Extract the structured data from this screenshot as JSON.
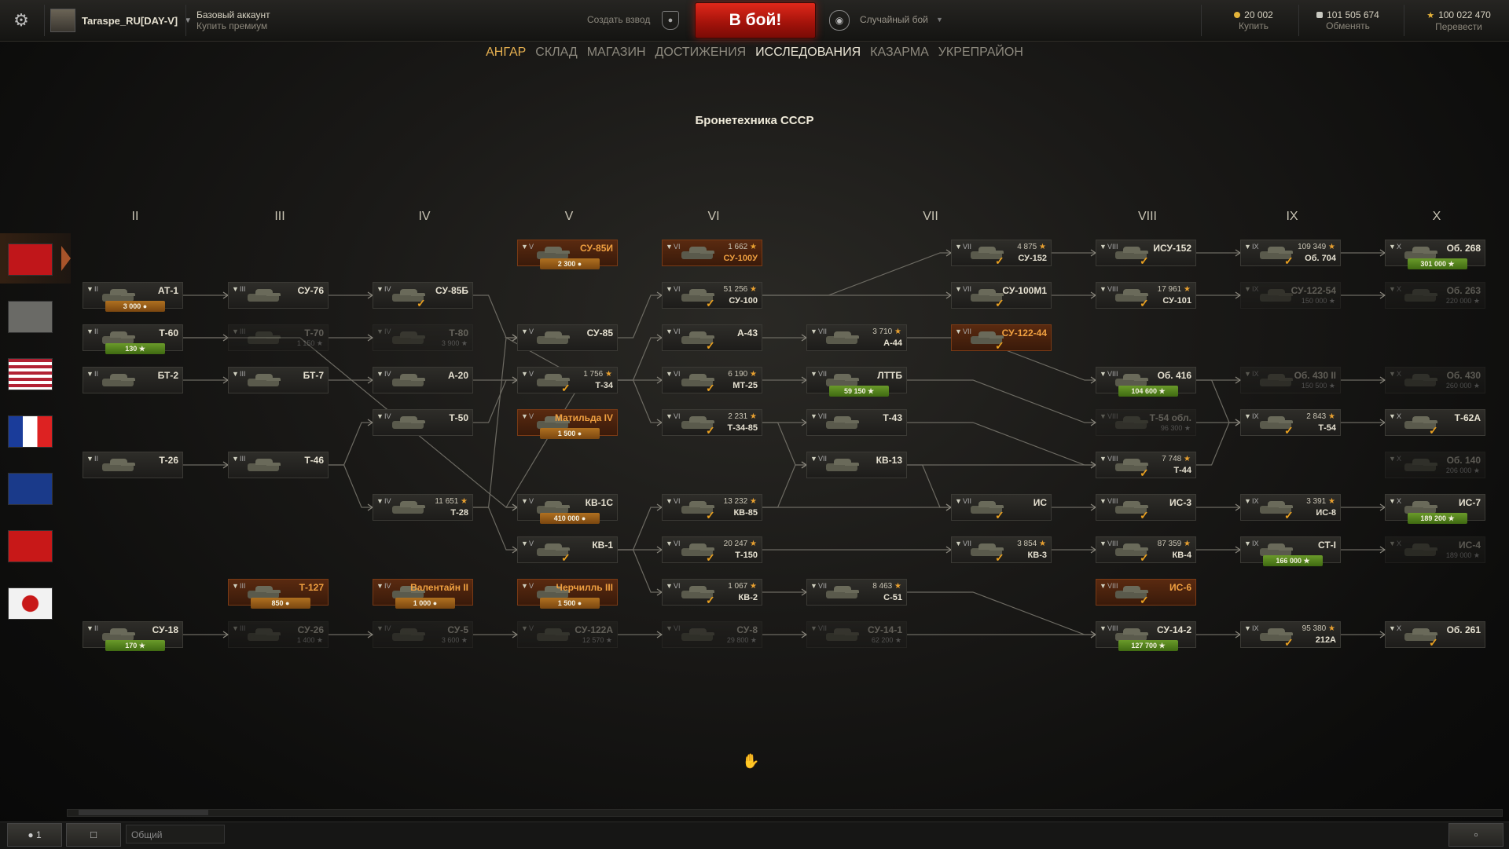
{
  "topbar": {
    "player_name": "Taraspe_RU[DAY-V]",
    "account_type": "Базовый аккаунт",
    "buy_premium": "Купить премиум",
    "create_platoon": "Создать взвод",
    "battle_button": "В бой!",
    "battle_mode": "Случайный бой",
    "currencies": [
      {
        "value": "20 002",
        "label": "Купить",
        "color": "#e3b339"
      },
      {
        "value": "101 505 674",
        "label": "Обменять",
        "color": "#c8c8c0"
      },
      {
        "value": "100 022 470",
        "label": "Перевести",
        "color": "#e8b43a"
      }
    ]
  },
  "nav": [
    {
      "label": "АНГАР",
      "state": "active"
    },
    {
      "label": "СКЛАД",
      "state": ""
    },
    {
      "label": "МАГАЗИН",
      "state": ""
    },
    {
      "label": "ДОСТИЖЕНИЯ",
      "state": ""
    },
    {
      "label": "ИССЛЕДОВАНИЯ",
      "state": "selected"
    },
    {
      "label": "КАЗАРМА",
      "state": ""
    },
    {
      "label": "УКРЕПРАЙОН",
      "state": ""
    }
  ],
  "page_title": "Бронетехника СССР",
  "nations": [
    {
      "name": "ussr-flag",
      "selected": true
    },
    {
      "name": "germany-flag"
    },
    {
      "name": "usa-flag"
    },
    {
      "name": "france-flag"
    },
    {
      "name": "uk-flag"
    },
    {
      "name": "china-flag"
    },
    {
      "name": "japan-flag"
    }
  ],
  "tiers": [
    "II",
    "III",
    "IV",
    "V",
    "VI",
    "VII",
    "VIII",
    "IX",
    "X"
  ],
  "vehicles": [
    {
      "id": "su85i",
      "col": 3,
      "row": 0,
      "tier": "V",
      "name": "СУ-85И",
      "prem": true,
      "price": "2 300",
      "pt": "o"
    },
    {
      "id": "su100y",
      "col": 4,
      "row": 0,
      "tier": "VI",
      "xp": "1 662",
      "name": "СУ-100У",
      "prem": true
    },
    {
      "id": "su152",
      "col": 6,
      "row": 0,
      "tier": "VII",
      "xp": "4 875",
      "name": "СУ-152",
      "chk": true
    },
    {
      "id": "isu152",
      "col": 7,
      "row": 0,
      "tier": "VIII",
      "name": "ИСУ-152",
      "chk": true
    },
    {
      "id": "ob704",
      "col": 8,
      "row": 0,
      "tier": "IX",
      "xp": "109 349",
      "name": "Об. 704",
      "chk": true
    },
    {
      "id": "ob268",
      "col": 9,
      "row": 0,
      "tier": "X",
      "name": "Об. 268",
      "price": "301 000",
      "pt": "g"
    },
    {
      "id": "at1",
      "col": 0,
      "row": 1,
      "tier": "II",
      "name": "АТ-1",
      "price": "3 000",
      "pt": "o"
    },
    {
      "id": "su76",
      "col": 1,
      "row": 1,
      "tier": "III",
      "name": "СУ-76"
    },
    {
      "id": "su85b",
      "col": 2,
      "row": 1,
      "tier": "IV",
      "name": "СУ-85Б",
      "chk": true
    },
    {
      "id": "su100",
      "col": 4,
      "row": 1,
      "tier": "VI",
      "xp": "51 256",
      "name": "СУ-100",
      "chk": true
    },
    {
      "id": "su100m1",
      "col": 6,
      "row": 1,
      "tier": "VII",
      "name": "СУ-100М1",
      "chk": true
    },
    {
      "id": "su101",
      "col": 7,
      "row": 1,
      "tier": "VIII",
      "xp": "17 961",
      "name": "СУ-101",
      "chk": true
    },
    {
      "id": "su12254",
      "col": 8,
      "row": 1,
      "tier": "IX",
      "name": "СУ-122-54",
      "dim": true,
      "sub": "150 000"
    },
    {
      "id": "ob263",
      "col": 9,
      "row": 1,
      "tier": "X",
      "name": "Об. 263",
      "dim": true,
      "sub": "220 000"
    },
    {
      "id": "t60",
      "col": 0,
      "row": 2,
      "tier": "II",
      "name": "Т-60",
      "price": "130",
      "pt": "g"
    },
    {
      "id": "t70",
      "col": 1,
      "row": 2,
      "tier": "III",
      "name": "Т-70",
      "dim": true,
      "sub": "1 150"
    },
    {
      "id": "t80",
      "col": 2,
      "row": 2,
      "tier": "IV",
      "name": "Т-80",
      "dim": true,
      "sub": "3 900"
    },
    {
      "id": "su85",
      "col": 3,
      "row": 2,
      "tier": "V",
      "name": "СУ-85"
    },
    {
      "id": "a43",
      "col": 4,
      "row": 2,
      "tier": "VI",
      "name": "А-43",
      "chk": true
    },
    {
      "id": "a44",
      "col": 5,
      "row": 2,
      "tier": "VII",
      "xp": "3 710",
      "name": "А-44"
    },
    {
      "id": "su12244",
      "col": 6,
      "row": 2,
      "tier": "VII",
      "name": "СУ-122-44",
      "prem": true,
      "chk": true
    },
    {
      "id": "bt2",
      "col": 0,
      "row": 3,
      "tier": "II",
      "name": "БТ-2"
    },
    {
      "id": "bt7",
      "col": 1,
      "row": 3,
      "tier": "III",
      "name": "БТ-7"
    },
    {
      "id": "a20",
      "col": 2,
      "row": 3,
      "tier": "IV",
      "name": "А-20"
    },
    {
      "id": "t34",
      "col": 3,
      "row": 3,
      "tier": "V",
      "xp": "1 756",
      "name": "Т-34",
      "chk": true
    },
    {
      "id": "mt25",
      "col": 4,
      "row": 3,
      "tier": "VI",
      "xp": "6 190",
      "name": "МТ-25",
      "chk": true
    },
    {
      "id": "ltt",
      "col": 5,
      "row": 3,
      "tier": "VII",
      "name": "ЛТТБ",
      "price": "59 150",
      "pt": "g"
    },
    {
      "id": "ob416",
      "col": 7,
      "row": 3,
      "tier": "VIII",
      "name": "Об. 416",
      "price": "104 600",
      "pt": "g"
    },
    {
      "id": "ob430ii",
      "col": 8,
      "row": 3,
      "tier": "IX",
      "name": "Об. 430 II",
      "dim": true,
      "sub": "150 500"
    },
    {
      "id": "ob430",
      "col": 9,
      "row": 3,
      "tier": "X",
      "name": "Об. 430",
      "dim": true,
      "sub": "260 000"
    },
    {
      "id": "t50",
      "col": 2,
      "row": 4,
      "tier": "IV",
      "name": "Т-50"
    },
    {
      "id": "matilda",
      "col": 3,
      "row": 4,
      "tier": "V",
      "name": "Матильда IV",
      "prem": true,
      "price": "1 500",
      "pt": "o"
    },
    {
      "id": "t3485",
      "col": 4,
      "row": 4,
      "tier": "VI",
      "xp": "2 231",
      "name": "Т-34-85",
      "chk": true
    },
    {
      "id": "t43",
      "col": 5,
      "row": 4,
      "tier": "VII",
      "name": "Т-43"
    },
    {
      "id": "t54ob",
      "col": 7,
      "row": 4,
      "tier": "VIII",
      "name": "Т-54 обл.",
      "dim": true,
      "sub": "96 300"
    },
    {
      "id": "t54",
      "col": 8,
      "row": 4,
      "tier": "IX",
      "xp": "2 843",
      "name": "Т-54",
      "chk": true
    },
    {
      "id": "t62a",
      "col": 9,
      "row": 4,
      "tier": "X",
      "name": "Т-62А",
      "chk": true
    },
    {
      "id": "t26",
      "col": 0,
      "row": 5,
      "tier": "II",
      "name": "Т-26"
    },
    {
      "id": "t46",
      "col": 1,
      "row": 5,
      "tier": "III",
      "name": "Т-46"
    },
    {
      "id": "kv13",
      "col": 5,
      "row": 5,
      "tier": "VII",
      "name": "КВ-13"
    },
    {
      "id": "t44",
      "col": 7,
      "row": 5,
      "tier": "VIII",
      "xp": "7 748",
      "name": "Т-44",
      "chk": true
    },
    {
      "id": "ob140",
      "col": 9,
      "row": 5,
      "tier": "X",
      "name": "Об. 140",
      "dim": true,
      "sub": "206 000"
    },
    {
      "id": "t28",
      "col": 2,
      "row": 6,
      "tier": "IV",
      "xp": "11 651",
      "name": "Т-28"
    },
    {
      "id": "kv1s",
      "col": 3,
      "row": 6,
      "tier": "V",
      "name": "КВ-1С",
      "price": "410 000",
      "pt": "o"
    },
    {
      "id": "kv85",
      "col": 4,
      "row": 6,
      "tier": "VI",
      "xp": "13 232",
      "name": "КВ-85",
      "chk": true
    },
    {
      "id": "is",
      "col": 6,
      "row": 6,
      "tier": "VII",
      "name": "ИС",
      "chk": true
    },
    {
      "id": "is3",
      "col": 7,
      "row": 6,
      "tier": "VIII",
      "name": "ИС-3",
      "chk": true
    },
    {
      "id": "is8",
      "col": 8,
      "row": 6,
      "tier": "IX",
      "xp": "3 391",
      "name": "ИС-8",
      "chk": true
    },
    {
      "id": "is7",
      "col": 9,
      "row": 6,
      "tier": "X",
      "name": "ИС-7",
      "price": "189 200",
      "pt": "g"
    },
    {
      "id": "kv1",
      "col": 3,
      "row": 7,
      "tier": "V",
      "name": "КВ-1",
      "chk": true
    },
    {
      "id": "t150",
      "col": 4,
      "row": 7,
      "tier": "VI",
      "xp": "20 247",
      "name": "Т-150",
      "chk": true
    },
    {
      "id": "kv3",
      "col": 6,
      "row": 7,
      "tier": "VII",
      "xp": "3 854",
      "name": "КВ-3",
      "chk": true
    },
    {
      "id": "kv4",
      "col": 7,
      "row": 7,
      "tier": "VIII",
      "xp": "87 359",
      "name": "КВ-4",
      "chk": true
    },
    {
      "id": "st1",
      "col": 8,
      "row": 7,
      "tier": "IX",
      "name": "СТ-I",
      "price": "166 000",
      "pt": "g"
    },
    {
      "id": "is4",
      "col": 9,
      "row": 7,
      "tier": "X",
      "name": "ИС-4",
      "dim": true,
      "sub": "189 000"
    },
    {
      "id": "t127",
      "col": 1,
      "row": 8,
      "tier": "III",
      "name": "Т-127",
      "prem": true,
      "price": "850",
      "pt": "o"
    },
    {
      "id": "valentine",
      "col": 2,
      "row": 8,
      "tier": "IV",
      "name": "Валентайн II",
      "prem": true,
      "price": "1 000",
      "pt": "o"
    },
    {
      "id": "churchill",
      "col": 3,
      "row": 8,
      "tier": "V",
      "name": "Черчилль III",
      "prem": true,
      "price": "1 500",
      "pt": "o"
    },
    {
      "id": "kv2",
      "col": 4,
      "row": 8,
      "tier": "VI",
      "xp": "1 067",
      "name": "КВ-2",
      "chk": true
    },
    {
      "id": "s51",
      "col": 5,
      "row": 8,
      "tier": "VII",
      "xp": "8 463",
      "name": "С-51"
    },
    {
      "id": "is6",
      "col": 7,
      "row": 8,
      "tier": "VIII",
      "name": "ИС-6",
      "prem": true,
      "chk": true
    },
    {
      "id": "su18",
      "col": 0,
      "row": 9,
      "tier": "II",
      "name": "СУ-18",
      "price": "170",
      "pt": "g"
    },
    {
      "id": "su26",
      "col": 1,
      "row": 9,
      "tier": "III",
      "name": "СУ-26",
      "dim": true,
      "sub": "1 400"
    },
    {
      "id": "su5",
      "col": 2,
      "row": 9,
      "tier": "IV",
      "name": "СУ-5",
      "dim": true,
      "sub": "3 600"
    },
    {
      "id": "su122a",
      "col": 3,
      "row": 9,
      "tier": "V",
      "name": "СУ-122А",
      "dim": true,
      "sub": "12 570"
    },
    {
      "id": "su8",
      "col": 4,
      "row": 9,
      "tier": "VI",
      "name": "СУ-8",
      "dim": true,
      "sub": "29 800"
    },
    {
      "id": "su141",
      "col": 5,
      "row": 9,
      "tier": "VII",
      "name": "СУ-14-1",
      "dim": true,
      "sub": "62 200"
    },
    {
      "id": "su142",
      "col": 7,
      "row": 9,
      "tier": "VIII",
      "name": "СУ-14-2",
      "price": "127 700",
      "pt": "g"
    },
    {
      "id": "212a",
      "col": 8,
      "row": 9,
      "tier": "IX",
      "xp": "95 380",
      "name": "212А",
      "chk": true
    },
    {
      "id": "ob261",
      "col": 9,
      "row": 9,
      "tier": "X",
      "name": "Об. 261",
      "chk": true
    }
  ],
  "links": [
    [
      "at1",
      "su76"
    ],
    [
      "su76",
      "su85b"
    ],
    [
      "su85b",
      "su85"
    ],
    [
      "su85",
      "su100"
    ],
    [
      "su100",
      "su100m1"
    ],
    [
      "su100",
      "su152"
    ],
    [
      "su152",
      "isu152"
    ],
    [
      "isu152",
      "ob704"
    ],
    [
      "ob704",
      "ob268"
    ],
    [
      "su100m1",
      "su101"
    ],
    [
      "su101",
      "su12254"
    ],
    [
      "su12254",
      "ob263"
    ],
    [
      "t60",
      "t70"
    ],
    [
      "t70",
      "t80"
    ],
    [
      "bt2",
      "bt7"
    ],
    [
      "bt7",
      "a20"
    ],
    [
      "a20",
      "t34"
    ],
    [
      "t34",
      "a43"
    ],
    [
      "t34",
      "mt25"
    ],
    [
      "t34",
      "t3485"
    ],
    [
      "t34",
      "kv1s"
    ],
    [
      "a43",
      "a44"
    ],
    [
      "a44",
      "ob416"
    ],
    [
      "mt25",
      "ltt"
    ],
    [
      "ltt",
      "t54ob"
    ],
    [
      "t3485",
      "t43"
    ],
    [
      "t3485",
      "kv13"
    ],
    [
      "t43",
      "t44"
    ],
    [
      "ob416",
      "ob430ii"
    ],
    [
      "ob416",
      "t54"
    ],
    [
      "ob430ii",
      "ob430"
    ],
    [
      "t44",
      "t54"
    ],
    [
      "t54",
      "t62a"
    ],
    [
      "t54ob",
      "t54"
    ],
    [
      "t26",
      "t46"
    ],
    [
      "t46",
      "t50"
    ],
    [
      "t46",
      "t28"
    ],
    [
      "t50",
      "t34"
    ],
    [
      "t28",
      "kv1"
    ],
    [
      "t28",
      "su85"
    ],
    [
      "kv1",
      "kv85"
    ],
    [
      "kv1",
      "t150"
    ],
    [
      "kv1",
      "kv2"
    ],
    [
      "kv85",
      "kv13"
    ],
    [
      "kv85",
      "is"
    ],
    [
      "kv13",
      "is"
    ],
    [
      "is",
      "is3"
    ],
    [
      "is3",
      "is8"
    ],
    [
      "is8",
      "is7"
    ],
    [
      "t150",
      "kv3"
    ],
    [
      "kv3",
      "kv4"
    ],
    [
      "kv4",
      "st1"
    ],
    [
      "st1",
      "is4"
    ],
    [
      "kv13",
      "t44"
    ],
    [
      "su18",
      "su26"
    ],
    [
      "su26",
      "su5"
    ],
    [
      "su5",
      "su122a"
    ],
    [
      "su122a",
      "su8"
    ],
    [
      "su8",
      "su141"
    ],
    [
      "su141",
      "su142"
    ],
    [
      "su142",
      "212a"
    ],
    [
      "212a",
      "ob261"
    ],
    [
      "kv2",
      "s51"
    ],
    [
      "s51",
      "su142"
    ],
    [
      "t34",
      "su85"
    ],
    [
      "t60",
      "kv1s"
    ]
  ],
  "bottombar": {
    "users_count": "1",
    "chat_channel": "Общий"
  }
}
